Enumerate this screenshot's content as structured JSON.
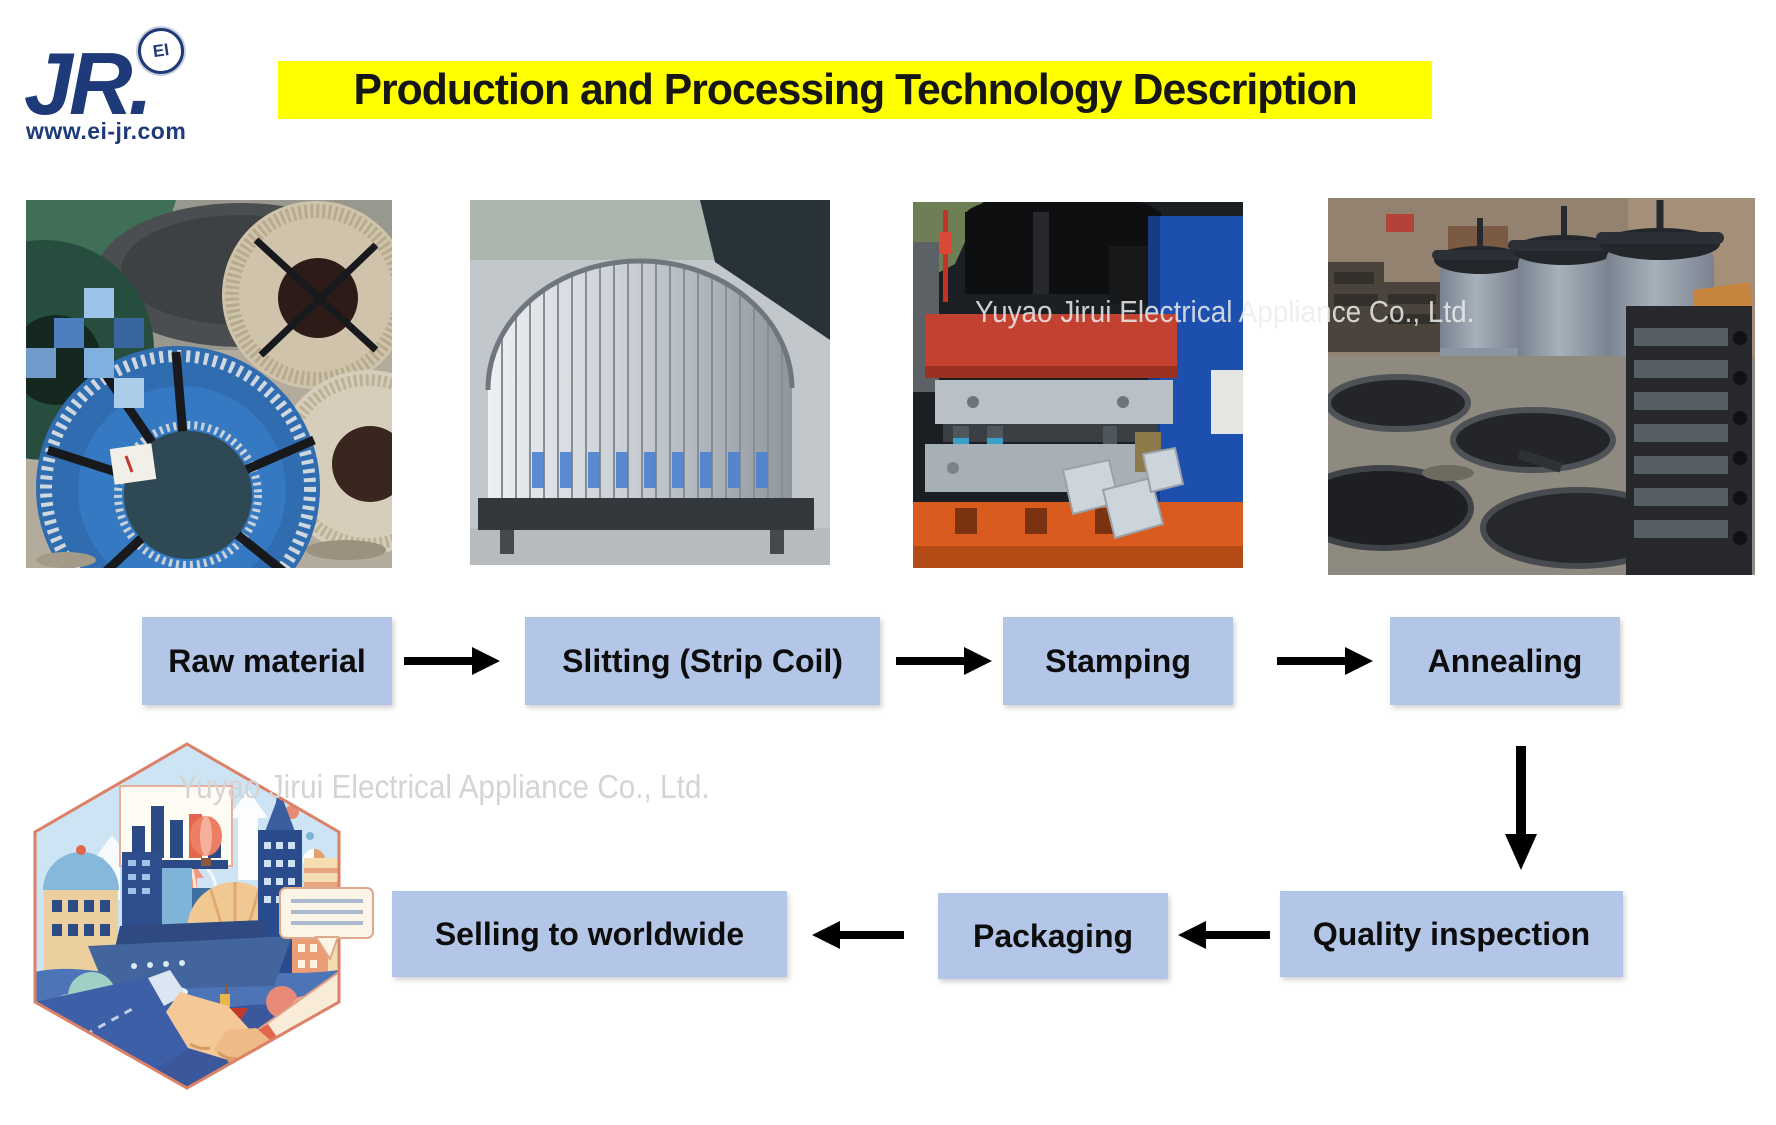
{
  "logo": {
    "brand": "JR.",
    "badge": "EI",
    "website": "www.ei-jr.com",
    "color": "#1e3a78"
  },
  "title": {
    "text": "Production and Processing Technology Description",
    "highlight_color": "#ffff00",
    "text_color": "#161616"
  },
  "watermark": {
    "text": "Yuyao Jirui Electrical Appliance Co., Ltd."
  },
  "flow": {
    "box_color": "#b4c6e7",
    "top_row": [
      {
        "label": "Raw material"
      },
      {
        "label": "Slitting (Strip Coil)"
      },
      {
        "label": "Stamping"
      },
      {
        "label": "Annealing"
      }
    ],
    "bottom_row": [
      {
        "label": "Selling to worldwide"
      },
      {
        "label": "Packaging"
      },
      {
        "label": "Quality inspection"
      }
    ]
  },
  "photos": [
    {
      "name": "raw-material-steel-coils"
    },
    {
      "name": "slit-strip-coil"
    },
    {
      "name": "stamping-press"
    },
    {
      "name": "annealing-furnaces"
    }
  ]
}
